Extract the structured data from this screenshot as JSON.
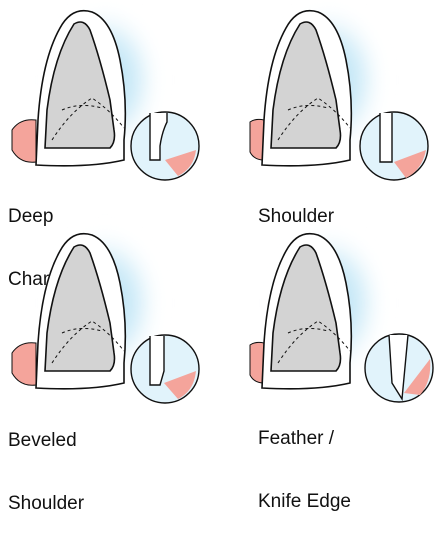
{
  "colors": {
    "glow": "#a9dcf2",
    "gum": "#f4a49b",
    "tooth": "#d3d3d3",
    "inset_bg": "#e1f3fb",
    "outline": "#111111"
  },
  "panels": [
    {
      "line1": "Deep",
      "line2": "Chamfer",
      "margin_type": "deep-chamfer"
    },
    {
      "line1": "Shoulder",
      "line2": "",
      "margin_type": "shoulder"
    },
    {
      "line1": "Beveled",
      "line2": "Shoulder",
      "margin_type": "beveled-shoulder"
    },
    {
      "line1": "Feather /",
      "line2": "Knife Edge",
      "margin_type": "feather-knife-edge"
    }
  ]
}
